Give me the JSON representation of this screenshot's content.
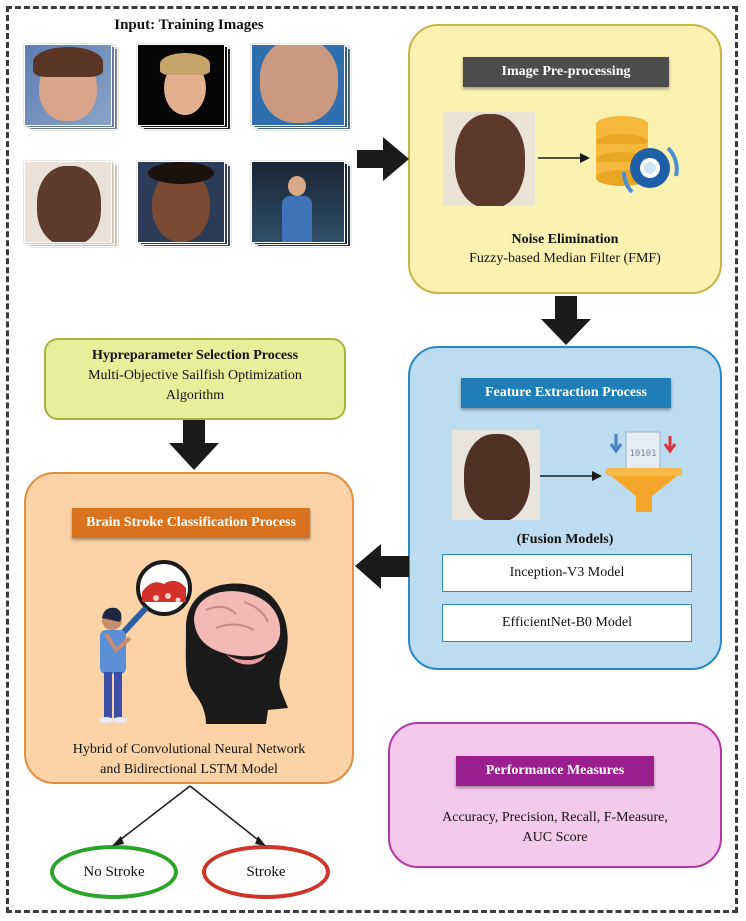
{
  "input": {
    "title": "Input: Training Images"
  },
  "preprocessing": {
    "header": "Image Pre-processing",
    "subtitle": "Noise Elimination",
    "method": "Fuzzy-based Median Filter (FMF)"
  },
  "hyperparameter": {
    "title": "Hypreparameter Selection Process",
    "line1": "Multi-Objective Sailfish Optimization",
    "line2": "Algorithm"
  },
  "feature_extraction": {
    "header": "Feature Extraction Process",
    "fusion_label": "(Fusion Models)",
    "models": [
      "Inception-V3 Model",
      "EfficientNet-B0 Model"
    ],
    "filter_digits": "10101"
  },
  "classification": {
    "header": "Brain Stroke Classification Process",
    "line1": "Hybrid of Convolutional Neural Network",
    "line2": "and Bidirectional LSTM Model"
  },
  "outcomes": {
    "no_stroke": "No Stroke",
    "stroke": "Stroke"
  },
  "performance": {
    "header": "Performance Measures",
    "line1": "Accuracy, Precision, Recall, F-Measure,",
    "line2": "AUC Score"
  },
  "colors": {
    "preproc_bg": "#fbf1b0",
    "preproc_border": "#c9b447",
    "preproc_header": "#4d4d4d",
    "hyper_bg": "#e6f09a",
    "hyper_border": "#a6b33f",
    "feature_bg": "#bcdcef",
    "feature_border": "#2a88c8",
    "feature_header": "#1f7eb5",
    "class_bg": "#fbd3a6",
    "class_border": "#e28f45",
    "class_header": "#d9731f",
    "perf_bg": "#f4c9ec",
    "perf_border": "#b23aa4",
    "perf_header": "#9c1f8f",
    "oval_green": "#2aa52a",
    "oval_red": "#d03327",
    "arrow": "#1a1a1a"
  }
}
